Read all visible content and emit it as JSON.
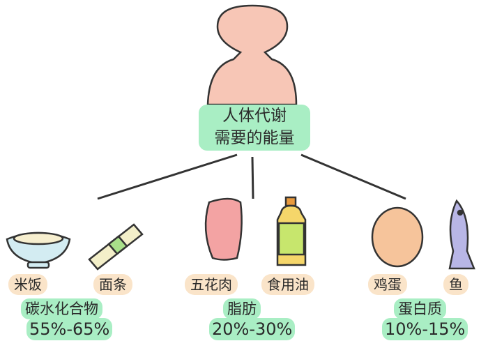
{
  "center": {
    "line1": "人体代谢",
    "line2": "需要的能量"
  },
  "groups": [
    {
      "category": "碳水化合物",
      "percent": "55%-65%",
      "foods": [
        "米饭",
        "面条"
      ]
    },
    {
      "category": "脂肪",
      "percent": "20%-30%",
      "foods": [
        "五花肉",
        "食用油"
      ]
    },
    {
      "category": "蛋白质",
      "percent": "10%-15%",
      "foods": [
        "鸡蛋",
        "鱼"
      ]
    }
  ],
  "colors": {
    "skin": "#f7c6b6",
    "highlight": "#a9eec4",
    "label_bg": "#fae4c9"
  }
}
